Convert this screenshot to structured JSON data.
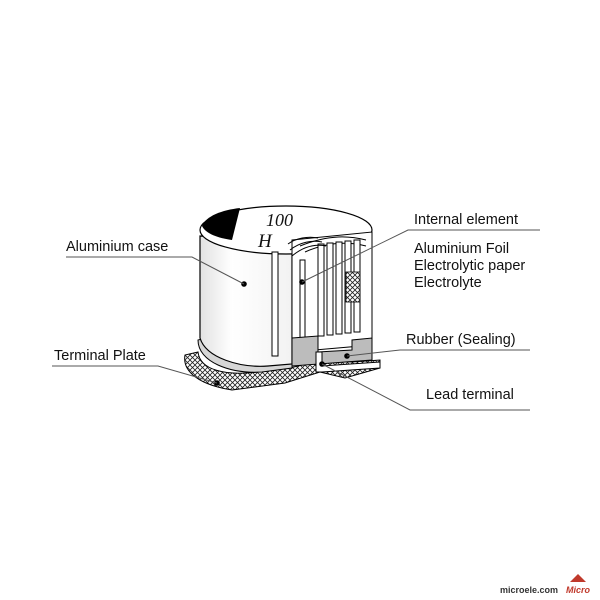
{
  "labels": {
    "aluminium_case": "Aluminium case",
    "terminal_plate": "Terminal Plate",
    "internal_element": "Internal element",
    "aluminium_foil": "Aluminium Foil",
    "electrolytic_paper": "Electrolytic paper",
    "electrolyte": "Electrolyte",
    "rubber_sealing": "Rubber (Sealing)",
    "lead_terminal": "Lead terminal"
  },
  "case_marking": {
    "value": "100",
    "code": "H"
  },
  "watermark": {
    "site": "microele.com",
    "brand": "Micro"
  }
}
